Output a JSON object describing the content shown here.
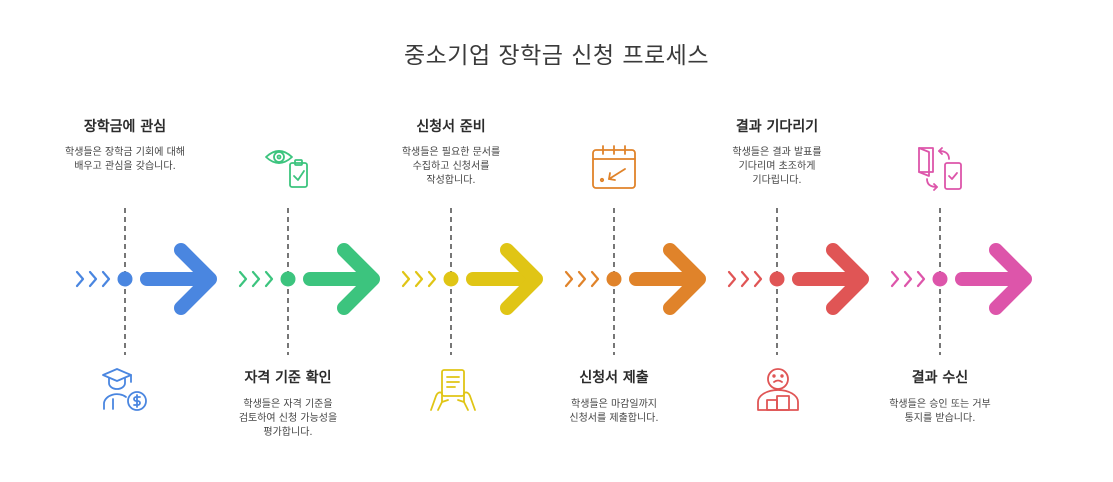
{
  "title": "중소기업 장학금 신청 프로세스",
  "steps": [
    {
      "title": "장학금에 관심",
      "desc": "학생들은 장학금 기회에 대해 배우고 관심을 갖습니다.",
      "color": "#4a86e0",
      "icon": "graduate-money-icon"
    },
    {
      "title": "자격 기준 확인",
      "desc": "학생들은 자격 기준을 검토하여 신청 가능성을 평가합니다.",
      "color": "#3cc47e",
      "icon": "eye-checklist-icon"
    },
    {
      "title": "신청서 준비",
      "desc": "학생들은 필요한 문서를 수집하고 신청서를 작성합니다.",
      "color": "#e0c515",
      "icon": "hands-document-icon"
    },
    {
      "title": "신청서 제출",
      "desc": "학생들은 마감일까지 신청서를 제출합니다.",
      "color": "#e0832a",
      "icon": "calendar-arrow-icon"
    },
    {
      "title": "결과 기다리기",
      "desc": "학생들은 결과 발표를 기다리며 초조하게 기다립니다.",
      "color": "#e05555",
      "icon": "person-waiting-icon"
    },
    {
      "title": "결과 수신",
      "desc": "학생들은 승인 또는 거부 통지를 받습니다.",
      "color": "#dd55aa",
      "icon": "door-phone-icon"
    }
  ]
}
